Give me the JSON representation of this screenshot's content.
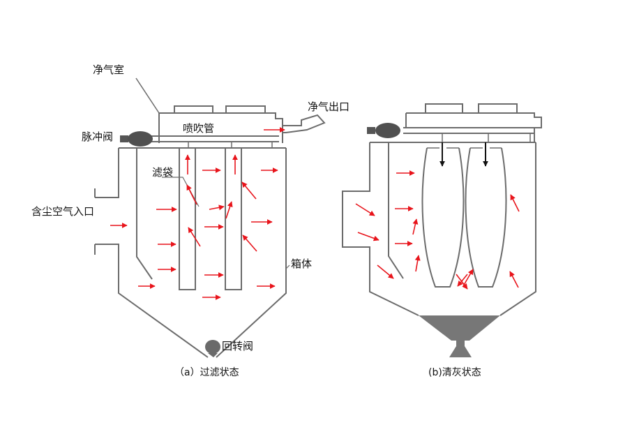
{
  "colors": {
    "stroke": "#6b6b6b",
    "flow_arrow": "#e8141b",
    "pulse_arrow": "#111111",
    "hopper_fill": "#777777",
    "background": "#ffffff"
  },
  "panel_a": {
    "labels": {
      "clean_air_chamber": "净气室",
      "clean_air_outlet": "净气出口",
      "pulse_valve": "脉冲阀",
      "blow_pipe": "喷吹管",
      "filter_bag": "滤袋",
      "dusty_air_inlet": "含尘空气入口",
      "housing": "箱体",
      "rotary_valve": "回转阀"
    },
    "caption": "（a）过滤状态"
  },
  "panel_b": {
    "caption": "(b)清灰状态"
  }
}
